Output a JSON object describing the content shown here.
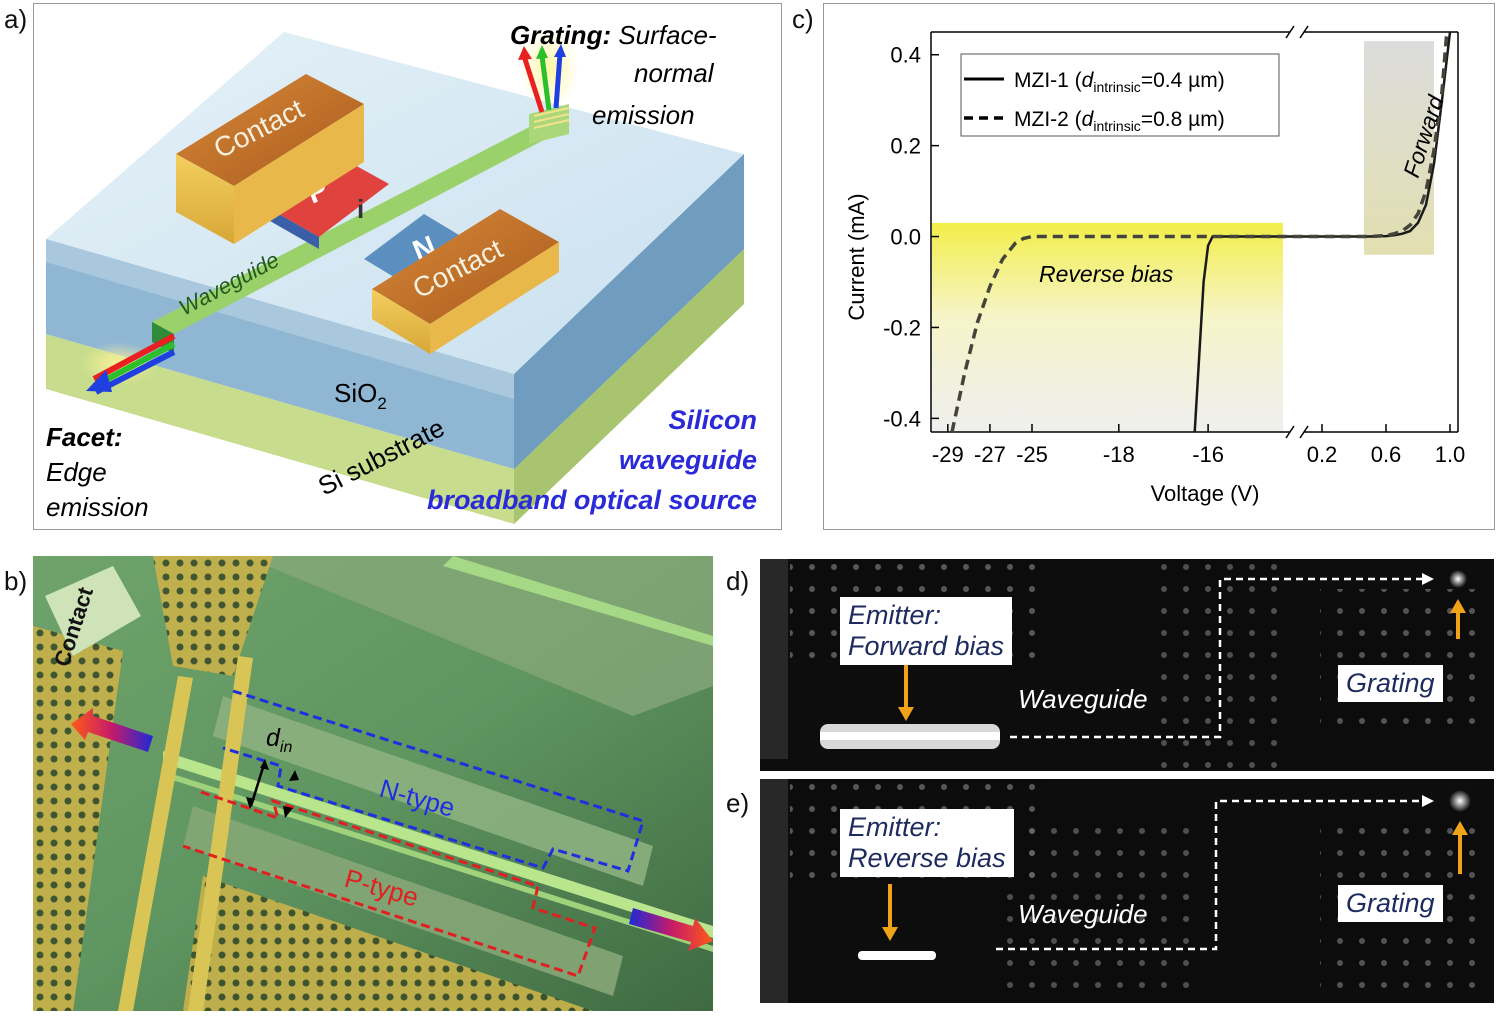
{
  "panels": {
    "a": "a)",
    "b": "b)",
    "c": "c)",
    "d": "d)",
    "e": "e)"
  },
  "panel_a": {
    "grating_bold": "Grating:",
    "grating_line1": " Surface-",
    "grating_line2": "normal",
    "grating_line3": "emission",
    "contact_top": "Contact",
    "contact_bottom": "Contact",
    "p_label": "P",
    "i_label": "i",
    "n_label": "N",
    "waveguide": "Waveguide",
    "sio2_main": "SiO",
    "sio2_sub": "2",
    "si_substrate": "Si substrate",
    "facet_bold": "Facet:",
    "facet_line1": "Edge",
    "facet_line2": "emission",
    "title_line1": "Silicon",
    "title_line2": "waveguide",
    "title_line3": "broadband optical source",
    "colors": {
      "title": "#2a2ad8",
      "contact": "#c9732a",
      "p_region": "#e0423e",
      "n_region": "#5b8fc0"
    }
  },
  "panel_b": {
    "contact": "Contact",
    "d_in_main": "d",
    "d_in_sub": "in",
    "n_type": "N-type",
    "p_type": "P-type",
    "colors": {
      "n_type": "#1f2fe0",
      "p_type": "#e02020"
    }
  },
  "chart_data": {
    "type": "line",
    "xlabel": "Voltage (V)",
    "ylabel": "Current (mA)",
    "ylim": [
      -0.43,
      0.45
    ],
    "yticks": [
      "0.4",
      "0.2",
      "0.0",
      "-0.2",
      "-0.4"
    ],
    "xticks": [
      "-29",
      "-27",
      "-25",
      "-18",
      "-16",
      "0.2",
      "0.6",
      "1.0"
    ],
    "axis_break": "broken x axis between -25 and -18 and between -16 and 0.2",
    "series": [
      {
        "name_main": "MZI-1 (",
        "name_italic": "d",
        "name_sub": "intrinsic",
        "name_tail": "=0.4 µm)",
        "style": "solid",
        "x": [
          -16.3,
          -16.1,
          -16.0,
          -15.9,
          0.2,
          0.5,
          0.6,
          0.65,
          0.7,
          0.75,
          0.8,
          0.85,
          0.9,
          0.95,
          1.0
        ],
        "y": [
          -0.43,
          -0.1,
          -0.02,
          0.0,
          0.0,
          0.0,
          0.001,
          0.003,
          0.006,
          0.012,
          0.03,
          0.07,
          0.16,
          0.3,
          0.45
        ]
      },
      {
        "name_main": "MZI-2 (",
        "name_italic": "d",
        "name_sub": "intrinsic",
        "name_tail": "=0.8 µm)",
        "style": "dashed",
        "x": [
          -28.8,
          -28.2,
          -27.6,
          -27.0,
          -26.4,
          -25.8,
          -25.4,
          -25.0,
          -18.0,
          -15.0,
          0.2,
          0.5,
          0.6,
          0.65,
          0.7,
          0.75,
          0.8,
          0.85,
          0.9,
          0.95,
          0.98
        ],
        "y": [
          -0.43,
          -0.3,
          -0.19,
          -0.11,
          -0.05,
          -0.015,
          -0.004,
          0.0,
          0.0,
          0.0,
          0.0,
          0.0,
          0.002,
          0.006,
          0.012,
          0.025,
          0.05,
          0.1,
          0.19,
          0.32,
          0.45
        ]
      }
    ],
    "annotations": {
      "reverse": "Reverse bias",
      "forward": "Forward"
    },
    "legend": "top-left",
    "grid": false
  },
  "panel_d": {
    "emitter_line1": "Emitter:",
    "emitter_line2": "Forward bias",
    "waveguide": "Waveguide",
    "grating": "Grating"
  },
  "panel_e": {
    "emitter_line1": "Emitter:",
    "emitter_line2": "Reverse bias",
    "waveguide": "Waveguide",
    "grating": "Grating"
  }
}
